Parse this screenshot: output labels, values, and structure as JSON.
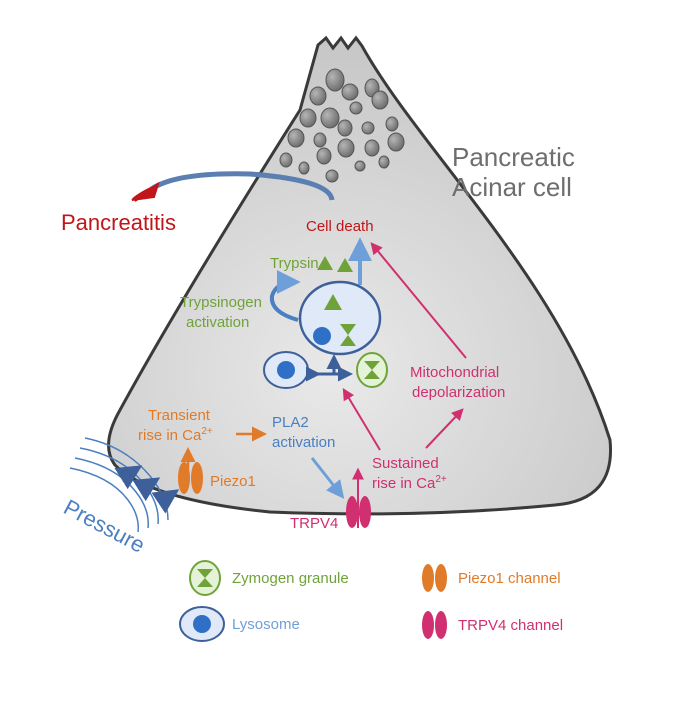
{
  "title": {
    "line1": "Pancreatic",
    "line2": "Acinar cell"
  },
  "labels": {
    "pancreatitis": "Pancreatitis",
    "cell_death": "Cell death",
    "trypsin": "Trypsin",
    "trypsinogen_line1": "Trypsinogen",
    "trypsinogen_line2": "activation",
    "mito_line1": "Mitochondrial",
    "mito_line2": "depolarization",
    "transient_line1": "Transient",
    "transient_line2": "rise in Ca",
    "transient_sup": "2+",
    "pla2_line1": "PLA2",
    "pla2_line2": "activation",
    "sustained_line1": "Sustained",
    "sustained_line2": "rise in Ca",
    "sustained_sup": "2+",
    "piezo1": "Piezo1",
    "trpv4": "TRPV4",
    "pressure": "Pressure"
  },
  "legend": {
    "zymogen": "Zymogen granule",
    "lysosome": "Lysosome",
    "piezo1_channel": "Piezo1 channel",
    "trpv4_channel": "TRPV4 channel"
  },
  "colors": {
    "red": "#c0161a",
    "orange": "#e07b2a",
    "green": "#6fa33a",
    "blue": "#4a7fc1",
    "magenta": "#d0306f",
    "gray_text": "#6e6e6e",
    "cell_fill": "#d3d3d3",
    "cell_stroke": "#3a3a3a"
  }
}
